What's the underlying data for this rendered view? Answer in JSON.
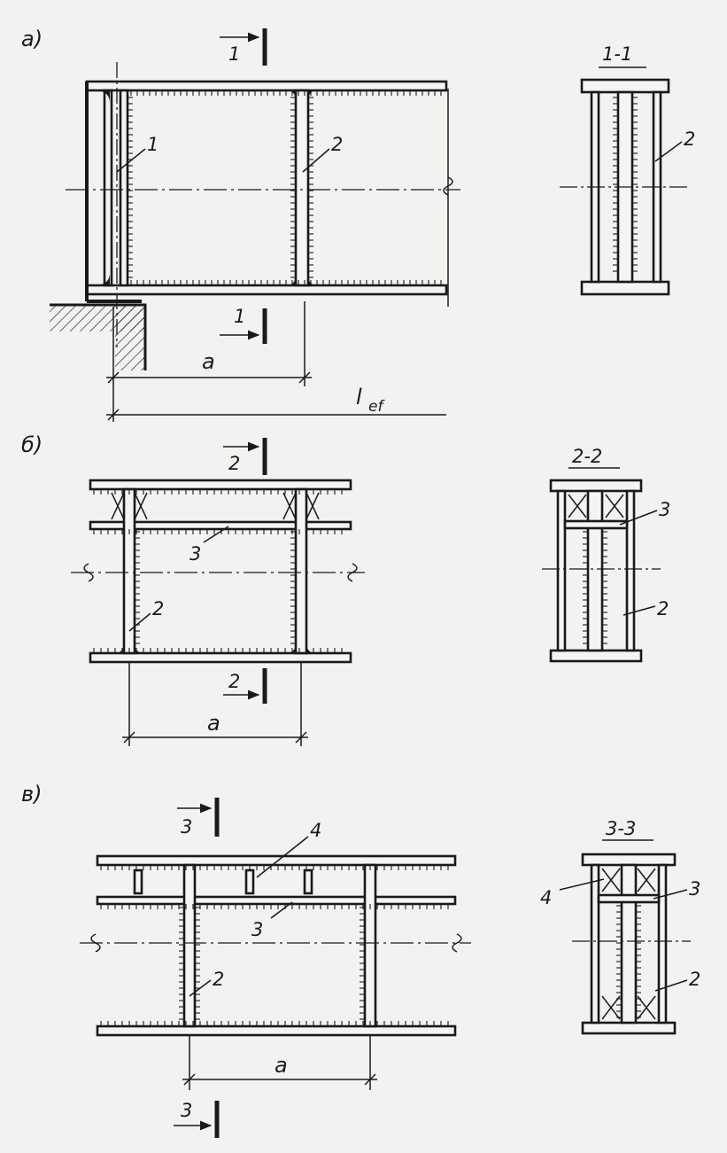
{
  "colors": {
    "ink": "#1a1a1a",
    "paper": "#f2f2f0"
  },
  "variant_a": {
    "tag": "а)",
    "cut_mark_top": "1",
    "cut_mark_bottom": "1",
    "stiffener_label_1": "1",
    "stiffener_label_2": "2",
    "dim_spacing": "a",
    "dim_span": "l",
    "dim_span_sub": "ef",
    "section_title": "1-1",
    "section_label_2": "2"
  },
  "variant_b": {
    "tag": "б)",
    "cut_mark_top": "2",
    "cut_mark_bottom": "2",
    "stiffener_label_2": "2",
    "rib_label_3": "3",
    "dim_spacing": "a",
    "section_title": "2-2",
    "section_label_3": "3",
    "section_label_2": "2"
  },
  "variant_c": {
    "tag": "в)",
    "cut_mark_top": "3",
    "cut_mark_bottom": "3",
    "short_rib_label_4": "4",
    "rib_label_3": "3",
    "stiffener_label_2": "2",
    "dim_spacing": "a",
    "section_title": "3-3",
    "section_label_4": "4",
    "section_label_3": "3",
    "section_label_2": "2"
  }
}
